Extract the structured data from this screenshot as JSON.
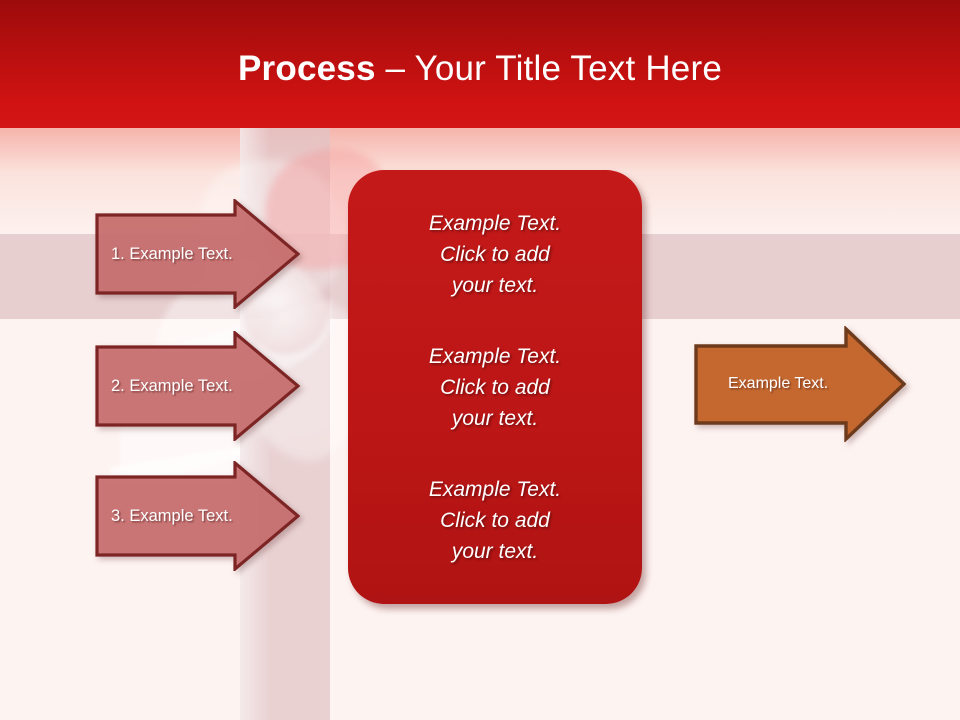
{
  "slide": {
    "title": {
      "strong": "Process",
      "rest": " – Your Title Text Here",
      "full": "Process – Your Title Text Here"
    },
    "theme": {
      "header_red_top": "#9d0b0b",
      "header_red_bottom": "#d41515",
      "panel_red": "#bf1717",
      "left_arrow_fill": "#c97070",
      "left_arrow_border": "#7d2525",
      "right_arrow_fill": "#c4682f",
      "right_arrow_border": "#6e3a1c",
      "background": "#fdf3f1",
      "ribbon": "#e0c4c6",
      "text_white": "#ffffff"
    }
  },
  "input_arrows": [
    {
      "label": "1. Example Text."
    },
    {
      "label": "2. Example Text."
    },
    {
      "label": "3. Example Text."
    }
  ],
  "center_panel": {
    "blocks": [
      "Example Text.\nClick  to add\nyour text.",
      "Example Text.\nClick  to add\nyour text.",
      "Example Text.\nClick  to add\nyour text."
    ]
  },
  "output_arrow": {
    "label": "Example Text."
  }
}
